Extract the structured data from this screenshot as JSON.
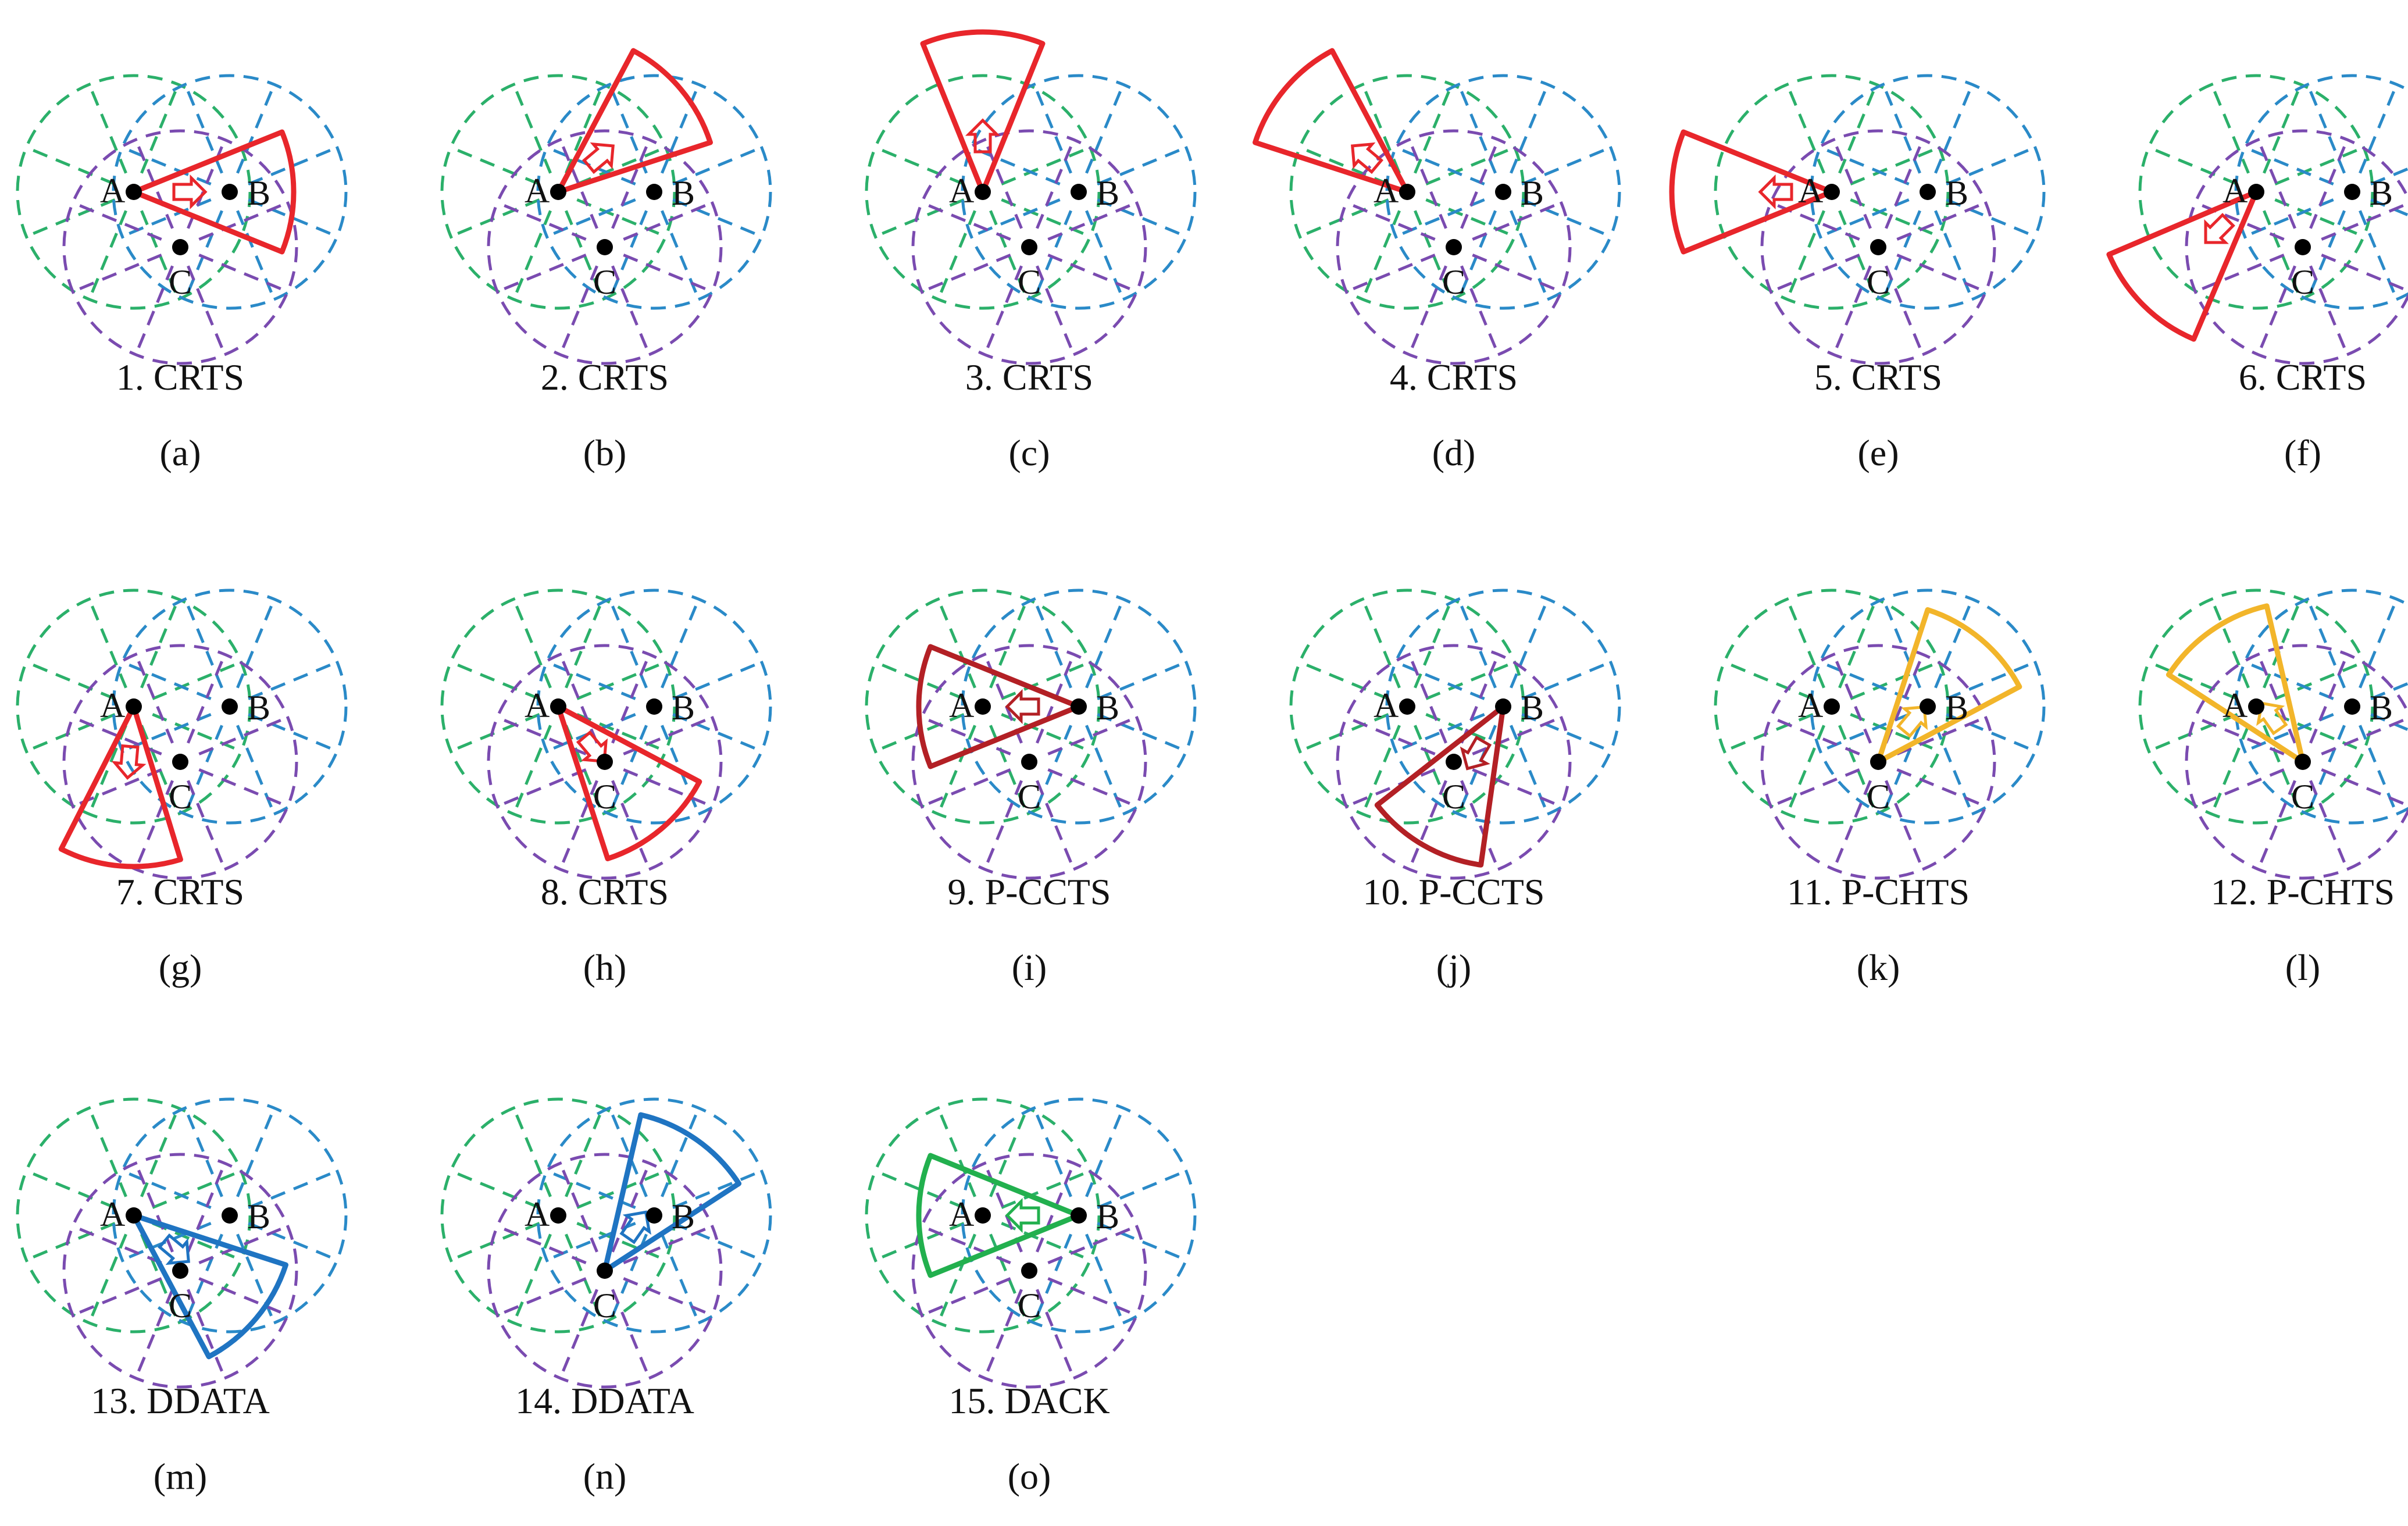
{
  "colors": {
    "ring_A": "#2bb06a",
    "ring_B": "#2a8ac8",
    "ring_C": "#7a4bb0",
    "CRTS": "#e8262b",
    "P-CCTS": "#b32025",
    "P-CHTS": "#f2b52a",
    "DDATA": "#1f74c2",
    "DACK": "#22b04e"
  },
  "node_labels": {
    "A": "A",
    "B": "B",
    "C": "C"
  },
  "panels": [
    {
      "caption": "1. CRTS",
      "sub": "(a)",
      "kind": "CRTS",
      "from": "A",
      "angle": 0
    },
    {
      "caption": "2. CRTS",
      "sub": "(b)",
      "kind": "CRTS",
      "from": "A",
      "angle": -40
    },
    {
      "caption": "3. CRTS",
      "sub": "(c)",
      "kind": "CRTS",
      "from": "A",
      "angle": -90
    },
    {
      "caption": "4. CRTS",
      "sub": "(d)",
      "kind": "CRTS",
      "from": "A",
      "angle": -140
    },
    {
      "caption": "5. CRTS",
      "sub": "(e)",
      "kind": "CRTS",
      "from": "A",
      "angle": 180
    },
    {
      "caption": "6. CRTS",
      "sub": "(f)",
      "kind": "CRTS",
      "from": "A",
      "angle": 135
    },
    {
      "caption": "7. CRTS",
      "sub": "(g)",
      "kind": "CRTS",
      "from": "A",
      "angle": 95
    },
    {
      "caption": "8. CRTS",
      "sub": "(h)",
      "kind": "CRTS",
      "from": "A",
      "angle": 50
    },
    {
      "caption": "9. P-CCTS",
      "sub": "(i)",
      "kind": "P-CCTS",
      "from": "B",
      "angle": 180
    },
    {
      "caption": "10. P-CCTS",
      "sub": "(j)",
      "kind": "P-CCTS",
      "from": "B",
      "angle": 120
    },
    {
      "caption": "11. P-CHTS",
      "sub": "(k)",
      "kind": "P-CHTS",
      "from": "C",
      "angle": -50
    },
    {
      "caption": "12. P-CHTS",
      "sub": "(l)",
      "kind": "P-CHTS",
      "from": "C",
      "angle": -125
    },
    {
      "caption": "13. DDATA",
      "sub": "(m)",
      "kind": "DDATA",
      "from": "A",
      "angle": 40
    },
    {
      "caption": "14. DDATA",
      "sub": "(n)",
      "kind": "DDATA",
      "from": "C",
      "angle": -55
    },
    {
      "caption": "15. DACK",
      "sub": "(o)",
      "kind": "DACK",
      "from": "B",
      "angle": 180
    }
  ]
}
